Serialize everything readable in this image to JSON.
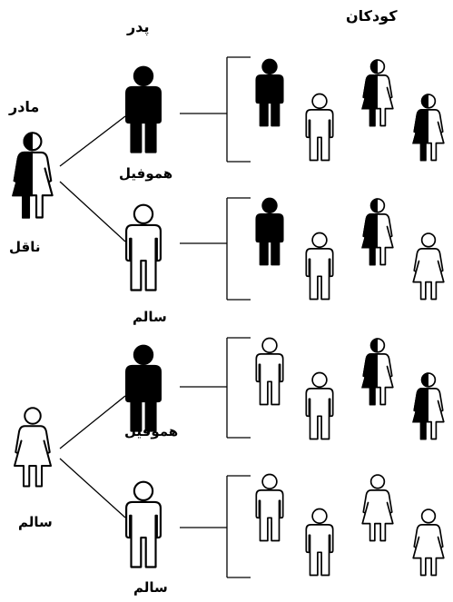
{
  "headers": {
    "children": "کودکان",
    "father": "پدر",
    "mother": "مادر"
  },
  "labels": {
    "mother1_status": "ناقل",
    "father1_status": "هموفیل",
    "father2_status": "سالم",
    "mother2_status": "سالم",
    "father3_status": "هموفیل",
    "father4_status": "سالم"
  },
  "legend_colors": {
    "affected": "#000000",
    "healthy": "#ffffff"
  },
  "families": [
    {
      "mother": "carrier",
      "father": "affected",
      "children": [
        "affected-male",
        "healthy-male",
        "carrier-female",
        "carrier-female"
      ]
    },
    {
      "mother": "carrier",
      "father": "healthy",
      "children": [
        "affected-male",
        "healthy-male",
        "carrier-female",
        "healthy-female"
      ]
    },
    {
      "mother": "healthy",
      "father": "affected",
      "children": [
        "healthy-male",
        "healthy-male",
        "carrier-female",
        "carrier-female"
      ]
    },
    {
      "mother": "healthy",
      "father": "healthy",
      "children": [
        "healthy-male",
        "healthy-male",
        "healthy-female",
        "healthy-female"
      ]
    }
  ]
}
